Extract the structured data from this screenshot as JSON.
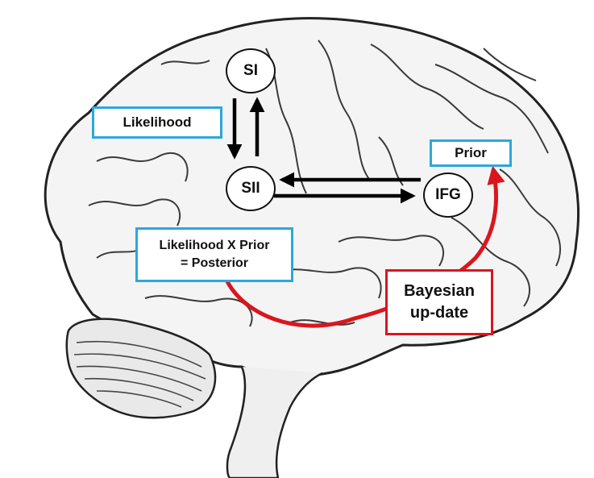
{
  "diagram": {
    "nodes": {
      "si": "SI",
      "sii": "SII",
      "ifg": "IFG"
    },
    "labels": {
      "likelihood": "Likelihood",
      "prior": "Prior",
      "posterior_line1": "Likelihood X Prior",
      "posterior_line2": "= Posterior",
      "bayes_line1": "Bayesian",
      "bayes_line2": "up-date"
    },
    "edges": [
      {
        "from": "si",
        "to": "sii",
        "color": "#000000"
      },
      {
        "from": "sii",
        "to": "si",
        "color": "#000000"
      },
      {
        "from": "ifg",
        "to": "sii",
        "color": "#000000"
      },
      {
        "from": "sii",
        "to": "ifg",
        "color": "#000000"
      },
      {
        "from": "posterior",
        "to": "prior",
        "via": "bayesian-update",
        "color": "#d9161e"
      }
    ],
    "colors": {
      "box_border": "#2aa8dc",
      "update_border": "#d9161e",
      "arrow": "#000000",
      "brain_fill": "#f4f4f4",
      "brain_line": "#333333"
    }
  }
}
